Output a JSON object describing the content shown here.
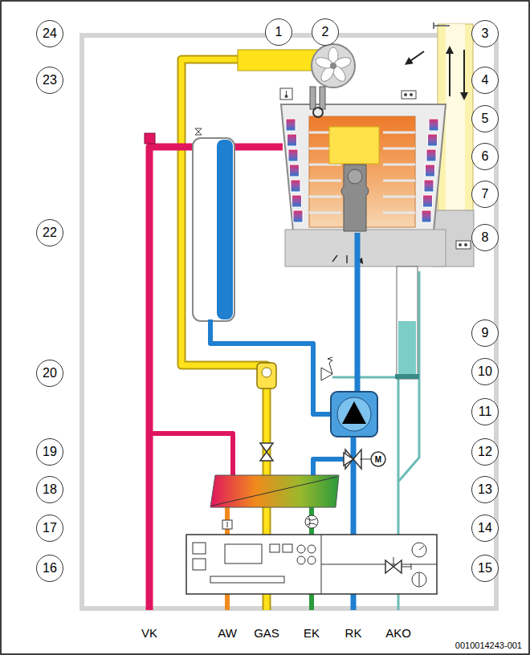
{
  "diagram": {
    "labels": [
      "1",
      "2",
      "3",
      "24",
      "4",
      "23",
      "5",
      "6",
      "7",
      "22",
      "8",
      "9",
      "10",
      "20",
      "11",
      "12",
      "19",
      "18",
      "13",
      "17",
      "14",
      "16",
      "15",
      "M",
      "VK",
      "AW",
      "GAS",
      "EK",
      "RK",
      "AKO",
      "0010014243-001"
    ]
  }
}
